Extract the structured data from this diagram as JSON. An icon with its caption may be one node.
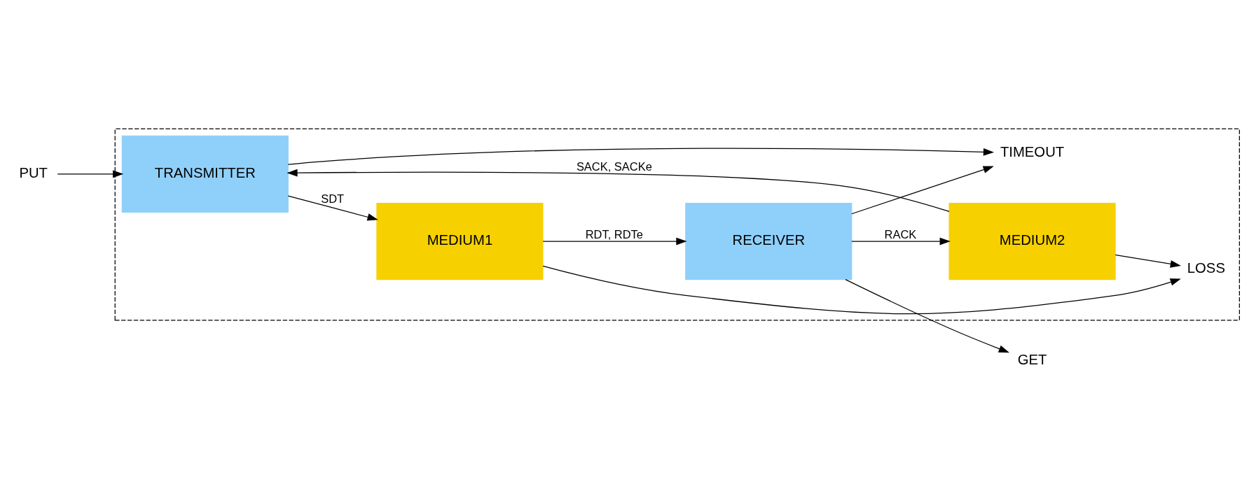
{
  "diagram": {
    "nodes": [
      {
        "text": [],
        "shape": "box"
      },
      {
        "text": [
          "PUT"
        ]
      },
      {
        "text": [
          "GET"
        ]
      },
      {
        "text": [
          "TRANSMITTER"
        ],
        "in": 0
      },
      {
        "text": [
          "MEDIUM1"
        ],
        "in": 0
      },
      {
        "text": [
          "LOSS"
        ],
        "in": 0
      },
      {
        "text": [
          "MEDIUM2"
        ],
        "in": 0
      },
      {
        "text": [
          "RECEIVER"
        ],
        "in": 0
      },
      {
        "text": [
          "TIMEOUT"
        ],
        "in": 0
      }
    ],
    "edges": [
      {
        "from": 1,
        "to": 3,
        "arrow": "to"
      },
      {
        "from": 7,
        "to": 2,
        "arrow": "to"
      },
      {
        "from": 3,
        "to": 4,
        "arrow": "to",
        "label": "SDT"
      },
      {
        "from": 4,
        "to": 7,
        "arrow": "to",
        "label": "RDT, RDTe"
      },
      {
        "from": 4,
        "to": 5,
        "arrow": "to"
      },
      {
        "from": 6,
        "to": 5,
        "arrow": "to"
      },
      {
        "from": 7,
        "to": 6,
        "arrow": "to",
        "label": "RACK"
      },
      {
        "from": 6,
        "to": 3,
        "arrow": "to",
        "label": "SACK, SACKe"
      },
      {
        "from": 3,
        "to": 8,
        "arrow": "to"
      },
      {
        "from": 7,
        "to": 8,
        "arrow": "to"
      }
    ]
  }
}
